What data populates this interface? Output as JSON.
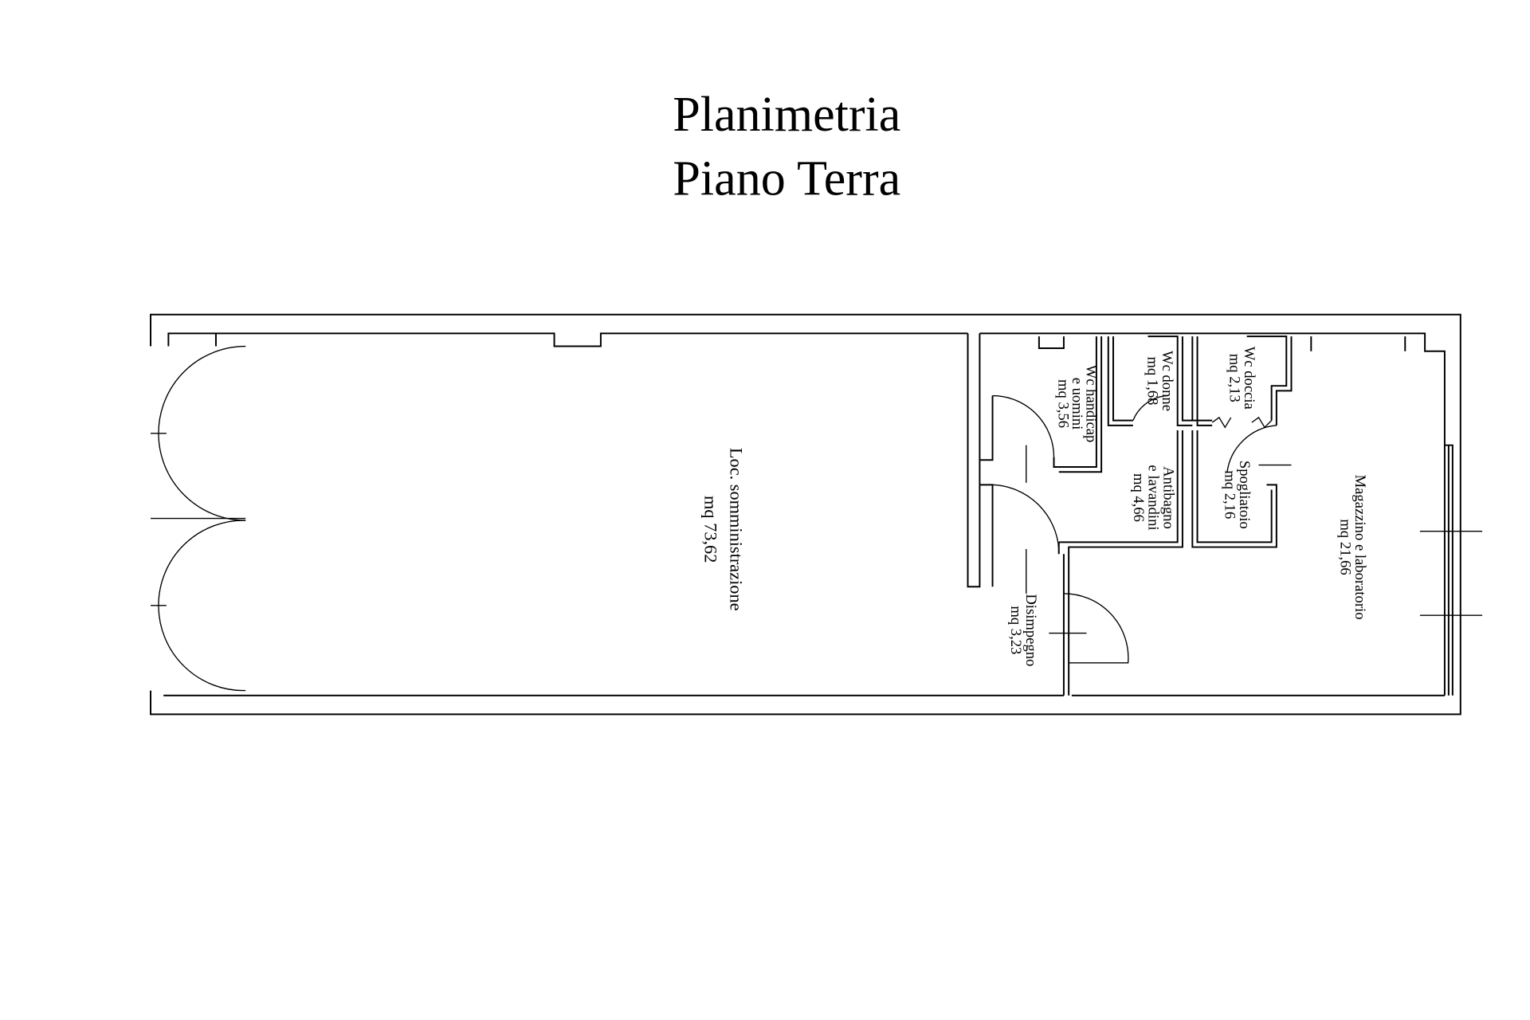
{
  "title": {
    "line1": "Planimetria",
    "line2": "Piano Terra"
  },
  "rooms": [
    {
      "name": "Loc. somministrazione",
      "area": "mq 73,62"
    },
    {
      "name": "Wc handicap",
      "name2": "e uomini",
      "area": "mq 3,56"
    },
    {
      "name": "Wc donne",
      "area": "mq 1,68"
    },
    {
      "name": "Antibagno",
      "name2": "e lavandini",
      "area": "mq 4,66"
    },
    {
      "name": "Wc doccia",
      "area": "mq 2,13"
    },
    {
      "name": "Spogliatoio",
      "area": "mq 2,16"
    },
    {
      "name": "Disimpegno",
      "area": "mq 3,23"
    },
    {
      "name": "Magazzino e laboratorio",
      "area": "mq 21,66"
    }
  ]
}
